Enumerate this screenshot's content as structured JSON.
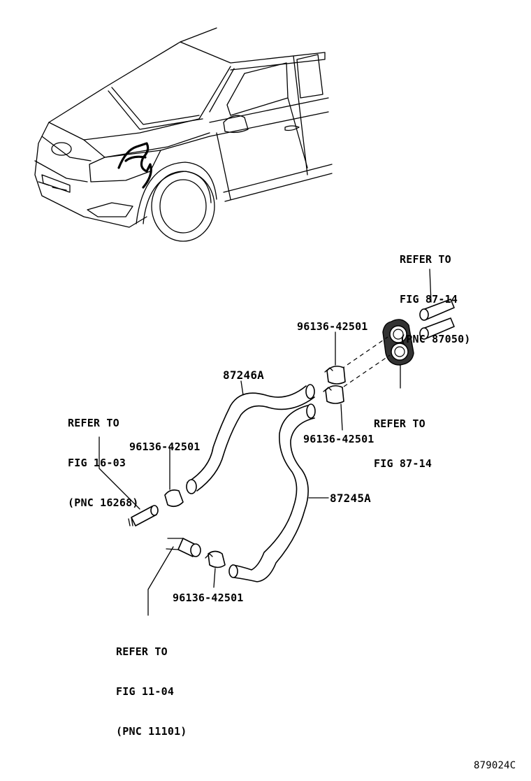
{
  "labels": {
    "refer_87050": [
      "REFER TO",
      "FIG 87-14",
      "(PNC 87050)"
    ],
    "refer_87_14": [
      "REFER TO",
      "FIG 87-14"
    ],
    "refer_16268": [
      "REFER TO",
      "FIG 16-03",
      "(PNC 16268)"
    ],
    "refer_11101": [
      "REFER TO",
      "FIG 11-04",
      "(PNC 11101)"
    ]
  },
  "parts": {
    "hose_upper": "87246A",
    "hose_lower": "87245A",
    "clamp_top": "96136-42501",
    "clamp_right": "96136-42501",
    "clamp_left": "96136-42501",
    "clamp_bottom": "96136-42501"
  },
  "figure_id": "879024C"
}
